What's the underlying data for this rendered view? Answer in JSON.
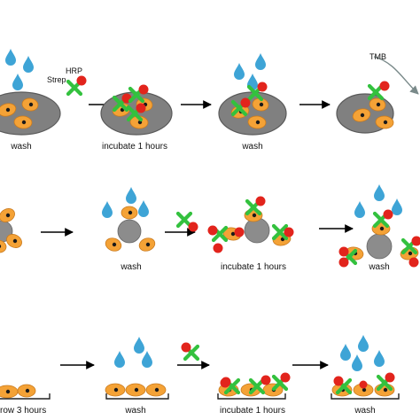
{
  "labels": {
    "r1_wash_a": "wash",
    "r1_incubate": "incubate 1 hours",
    "r1_wash_b": "wash",
    "r2_wash_a": "wash",
    "r2_incubate": "incubate 1 hours",
    "r2_wash_b": "wash",
    "r3_grow": "row 3 hours",
    "r3_wash_a": "wash",
    "r3_incubate": "incubate 1 hours",
    "r3_wash_b": "wash",
    "strep": "Strep",
    "hrp": "HRP",
    "tmb": "TMB"
  },
  "colors": {
    "water_drop": "#3ea4d6",
    "cell": "#f4a236",
    "cell_outline": "#c97a1e",
    "nucleus": "#1a1a1a",
    "bead": "#8c8c8c",
    "dish": "#808080",
    "strep": "#33c13e",
    "hrp": "#e2241c",
    "arrow": "#000000"
  }
}
